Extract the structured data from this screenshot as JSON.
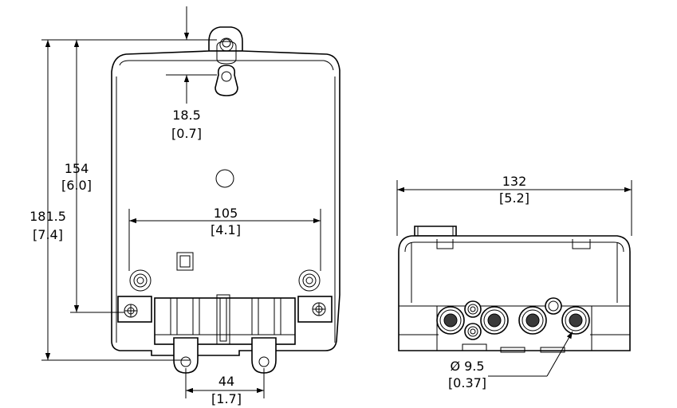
{
  "dimensions": {
    "hole_offset": {
      "value": "18.5",
      "inch": "[0.7]"
    },
    "mount_height": {
      "value": "154",
      "inch": "[6.0]"
    },
    "total_height": {
      "value": "181.5",
      "inch": "[7.4]"
    },
    "mount_width": {
      "value": "105",
      "inch": "[4.1]"
    },
    "terminal_spacing": {
      "value": "44",
      "inch": "[1.7]"
    },
    "depth": {
      "value": "132",
      "inch": "[5.2]"
    },
    "port_diameter": {
      "value": "Ø 9.5",
      "inch": "[0.37]"
    }
  },
  "colors": {
    "line": "#000000",
    "background": "#ffffff"
  }
}
